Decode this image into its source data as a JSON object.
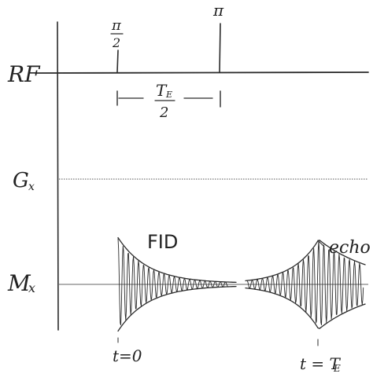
{
  "channels": {
    "rf": "RF",
    "gx_main": "G",
    "gx_sub": "x",
    "mx_main": "M",
    "mx_sub": "x"
  },
  "pulses": {
    "half_pi_top": "π",
    "half_pi_bottom": "2",
    "pi": "π"
  },
  "interval": {
    "top": "T",
    "top_sub": "E",
    "bottom": "2"
  },
  "signals": {
    "fid": "FID",
    "echo": "echo"
  },
  "time_marks": {
    "t0_label": "t=0",
    "te_main": "t = T",
    "te_sub": "E"
  }
}
